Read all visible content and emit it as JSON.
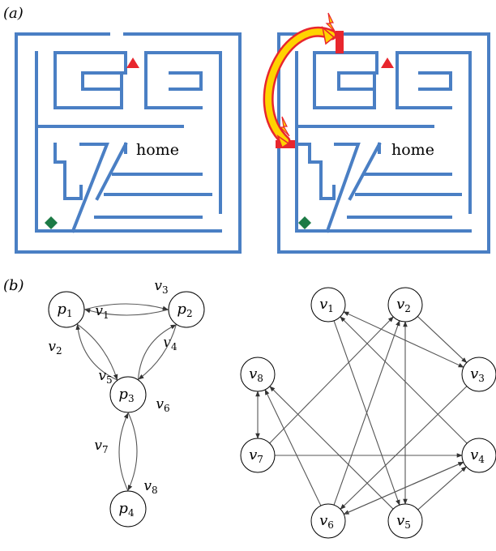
{
  "panels": {
    "a": "(a)",
    "b": "(b)"
  },
  "maze": {
    "home_label": "home",
    "colors": {
      "wall": "#4a7fc4",
      "target": "#e8262d",
      "start": "#1c7a45",
      "door": "#e8262d",
      "arrow_fill": "#ffd300",
      "arrow_outline": "#e8262d"
    }
  },
  "place_graph": {
    "nodes": [
      {
        "id": "p1",
        "base": "p",
        "sub": "1"
      },
      {
        "id": "p2",
        "base": "p",
        "sub": "2"
      },
      {
        "id": "p3",
        "base": "p",
        "sub": "3"
      },
      {
        "id": "p4",
        "base": "p",
        "sub": "4"
      }
    ],
    "edges": [
      {
        "id": "v1",
        "from": "p2",
        "to": "p1",
        "base": "v",
        "sub": "1"
      },
      {
        "id": "v2",
        "from": "p3",
        "to": "p1",
        "base": "v",
        "sub": "2"
      },
      {
        "id": "v3",
        "from": "p1",
        "to": "p2",
        "base": "v",
        "sub": "3"
      },
      {
        "id": "v4",
        "from": "p3",
        "to": "p2",
        "base": "v",
        "sub": "4"
      },
      {
        "id": "v5",
        "from": "p1",
        "to": "p3",
        "base": "v",
        "sub": "5"
      },
      {
        "id": "v6",
        "from": "p2",
        "to": "p3",
        "base": "v",
        "sub": "6"
      },
      {
        "id": "v7",
        "from": "p4",
        "to": "p3",
        "base": "v",
        "sub": "7"
      },
      {
        "id": "v8",
        "from": "p3",
        "to": "p4",
        "base": "v",
        "sub": "8"
      }
    ]
  },
  "transition_graph": {
    "nodes": [
      {
        "id": "v1",
        "base": "v",
        "sub": "1"
      },
      {
        "id": "v2",
        "base": "v",
        "sub": "2"
      },
      {
        "id": "v3",
        "base": "v",
        "sub": "3"
      },
      {
        "id": "v4",
        "base": "v",
        "sub": "4"
      },
      {
        "id": "v5",
        "base": "v",
        "sub": "5"
      },
      {
        "id": "v6",
        "base": "v",
        "sub": "6"
      },
      {
        "id": "v7",
        "base": "v",
        "sub": "7"
      },
      {
        "id": "v8",
        "base": "v",
        "sub": "8"
      }
    ],
    "edges": [
      {
        "from": "v1",
        "to": "v3",
        "bidirectional": true
      },
      {
        "from": "v1",
        "to": "v5",
        "bidirectional": false
      },
      {
        "from": "v4",
        "to": "v1",
        "bidirectional": false
      },
      {
        "from": "v2",
        "to": "v3",
        "bidirectional": false
      },
      {
        "from": "v2",
        "to": "v5",
        "bidirectional": true
      },
      {
        "from": "v6",
        "to": "v2",
        "bidirectional": false
      },
      {
        "from": "v7",
        "to": "v2",
        "bidirectional": false
      },
      {
        "from": "v3",
        "to": "v6",
        "bidirectional": false
      },
      {
        "from": "v4",
        "to": "v6",
        "bidirectional": true
      },
      {
        "from": "v5",
        "to": "v4",
        "bidirectional": false
      },
      {
        "from": "v5",
        "to": "v8",
        "bidirectional": false
      },
      {
        "from": "v6",
        "to": "v4",
        "bidirectional": false
      },
      {
        "from": "v6",
        "to": "v8",
        "bidirectional": false
      },
      {
        "from": "v7",
        "to": "v4",
        "bidirectional": false
      },
      {
        "from": "v7",
        "to": "v8",
        "bidirectional": true
      }
    ]
  }
}
